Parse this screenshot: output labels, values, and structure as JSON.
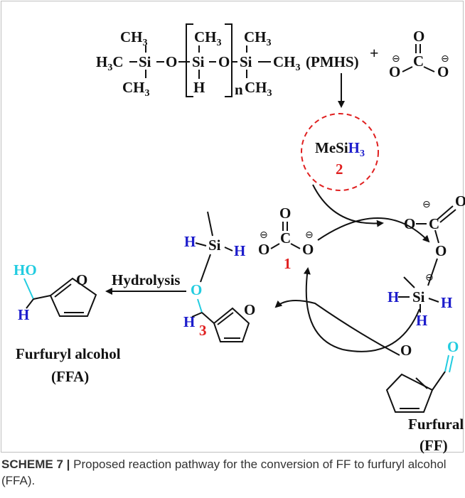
{
  "scheme": {
    "pmhs": {
      "me": "CH",
      "me_sub": "3",
      "me_left": "H",
      "me_left_sub": "3",
      "me_left_c": "C",
      "si": "Si",
      "o": "O",
      "h": "H",
      "n": "n",
      "label": "(PMHS)"
    },
    "plus": "+",
    "carbonate": {
      "o": "O",
      "c": "C",
      "minus": "⊖"
    },
    "intermediate_2": {
      "name": "MeSi",
      "h": "H",
      "sub": "3",
      "number": "2"
    },
    "catalyst_1": {
      "o": "O",
      "c": "C",
      "minus": "⊖",
      "number": "1"
    },
    "complex": {
      "o": "O",
      "c": "C",
      "si": "Si",
      "h": "H",
      "minus": "⊖"
    },
    "silyl_ether_3": {
      "si": "Si",
      "h": "H",
      "o": "O",
      "number": "3"
    },
    "hydrolysis": "Hydrolysis",
    "ffa": {
      "ho": "HO",
      "h": "H",
      "o": "O",
      "name": "Furfuryl alcohol",
      "abbr": "(FFA)"
    },
    "ff": {
      "o": "O",
      "aldehyde_o": "O",
      "name": "Furfural",
      "abbr": "(FF)"
    }
  },
  "caption": {
    "label": "SCHEME 7 |",
    "text": "Proposed reaction pathway for the conversion of FF to furfuryl alcohol (FFA)."
  },
  "colors": {
    "blue": "#1d1dcc",
    "red": "#e02020",
    "cyan": "#22cce0",
    "black": "#111111"
  }
}
